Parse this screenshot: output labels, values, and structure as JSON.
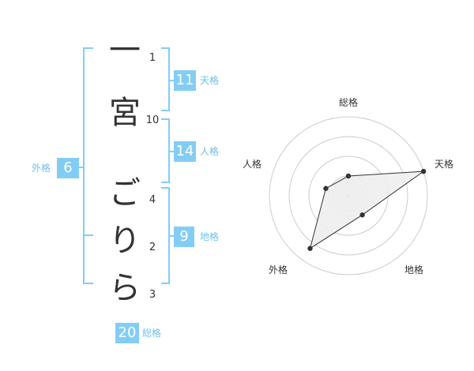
{
  "name": {
    "characters": [
      "一",
      "宮",
      "ご",
      "り",
      "ら"
    ],
    "strokes": [
      "1",
      "10",
      "4",
      "2",
      "3"
    ]
  },
  "grades": {
    "tenkaku": {
      "label": "天格",
      "value": "11"
    },
    "jinkaku": {
      "label": "人格",
      "value": "14"
    },
    "chikaku": {
      "label": "地格",
      "value": "9"
    },
    "gaikaku": {
      "label": "外格",
      "value": "6"
    },
    "soukaku": {
      "label": "総格",
      "value": "20"
    }
  },
  "radar": {
    "labels": {
      "top": "総格",
      "right": "天格",
      "bottom_right": "地格",
      "bottom_left": "外格",
      "left": "人格"
    },
    "rings": 4,
    "colors": {
      "ring": "#cccccc",
      "fill": "#eeeeee",
      "stroke": "#333333",
      "center": "#cccccc",
      "accent": "#83cdf5"
    }
  },
  "chart_data": {
    "type": "radar",
    "axes": [
      "総格",
      "天格",
      "地格",
      "外格",
      "人格"
    ],
    "values": [
      1.0,
      4.0,
      1.2,
      3.3,
      1.2
    ],
    "rlim": [
      0,
      4
    ]
  }
}
